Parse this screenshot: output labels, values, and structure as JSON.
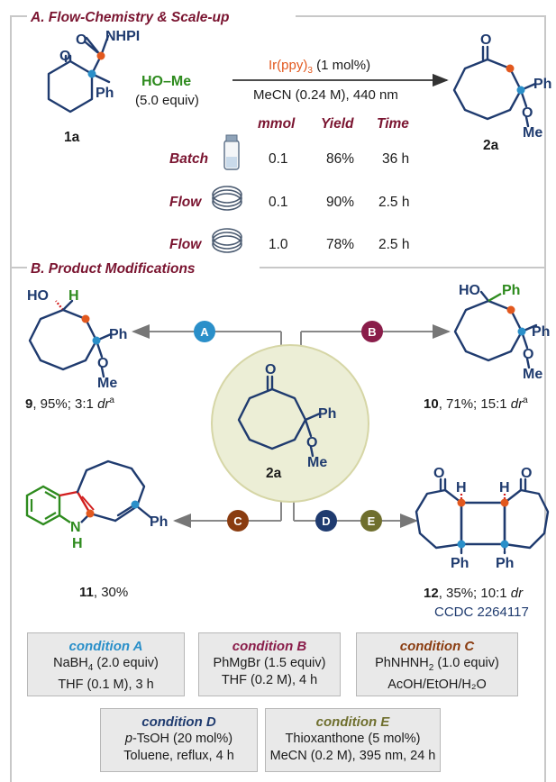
{
  "colors": {
    "frame": "#c8c8c8",
    "navy": "#1f3b6f",
    "maroon": "#7a1430",
    "orange": "#e2581e",
    "blue_dot": "#2a8fc9",
    "green": "#2e8b1e",
    "center_fill": "#eceed6",
    "center_stroke": "#d6d6a6",
    "circle_A": "#2a8fc9",
    "circle_B": "#8a1d4a",
    "circle_C": "#8a3c10",
    "circle_D": "#1f3b6f",
    "circle_E": "#6f6f2e"
  },
  "sectionA": {
    "label": "A. Flow-Chemistry & Scale-up",
    "reactant_label": "1a",
    "nhpi_label": "NHPI",
    "reagent": "HO–Me",
    "reagent_equiv": "(5.0 equiv)",
    "catalyst_name": "Ir(ppy)",
    "catalyst_sub": "3",
    "catalyst_loading": " (1 mol%)",
    "arrow_bottom": "MeCN (0.24 M), 440 nm",
    "product_label": "2a",
    "table": {
      "headers": [
        "mmol",
        "Yield",
        "Time"
      ],
      "rows": [
        {
          "mode": "Batch",
          "vessel": "vial-icon",
          "mmol": "0.1",
          "yield": "86%",
          "time": "36 h"
        },
        {
          "mode": "Flow",
          "vessel": "coil-icon",
          "mmol": "0.1",
          "yield": "90%",
          "time": "2.5 h"
        },
        {
          "mode": "Flow",
          "vessel": "coil-icon",
          "mmol": "1.0",
          "yield": "78%",
          "time": "2.5 h"
        }
      ]
    }
  },
  "sectionB": {
    "label": "B. Product Modifications",
    "center_label": "2a",
    "circles": [
      "A",
      "B",
      "C",
      "D",
      "E"
    ],
    "products": {
      "p9": {
        "num": "9",
        "rest": ", 95%; 3:1 ",
        "dr": "dr",
        "sup": "a"
      },
      "p10": {
        "num": "10",
        "rest": ", 71%; 15:1 ",
        "dr": "dr",
        "sup": "a"
      },
      "p11": {
        "num": "11",
        "rest": ", 30%"
      },
      "p12": {
        "num": "12",
        "rest": ", 35%; 10:1 ",
        "dr": "dr",
        "ccdc": "CCDC 2264117"
      }
    },
    "conditions": [
      {
        "title": "condition A",
        "color": "#2a8fc9",
        "line1_a": "NaBH",
        "line1_sub": "4",
        "line1_b": " (2.0 equiv)",
        "line2": "THF (0.1 M), 3 h"
      },
      {
        "title": "condition B",
        "color": "#8a1d4a",
        "line1_a": "PhMgBr (1.5 equiv)",
        "line1_sub": "",
        "line1_b": "",
        "line2": "THF (0.2 M), 4 h"
      },
      {
        "title": "condition C",
        "color": "#8a3c10",
        "line1_a": "PhNHNH",
        "line1_sub": "2",
        "line1_b": " (1.0 equiv)",
        "line2": "AcOH/EtOH/H₂O"
      },
      {
        "title": "condition D",
        "color": "#1f3b6f",
        "line1_a": "p",
        "line1_sub": "",
        "line1_b": "-TsOH (20 mol%)",
        "line2": "Toluene, reflux, 4 h"
      },
      {
        "title": "condition E",
        "color": "#6f6f2e",
        "line1_a": "Thioxanthone (5 mol%)",
        "line1_sub": "",
        "line1_b": "",
        "line2": "MeCN (0.2 M), 395 nm, 24 h"
      }
    ]
  },
  "atoms": {
    "O": "O",
    "Ph": "Ph",
    "Me": "Me",
    "HO": "HO",
    "H": "H",
    "N": "N"
  }
}
